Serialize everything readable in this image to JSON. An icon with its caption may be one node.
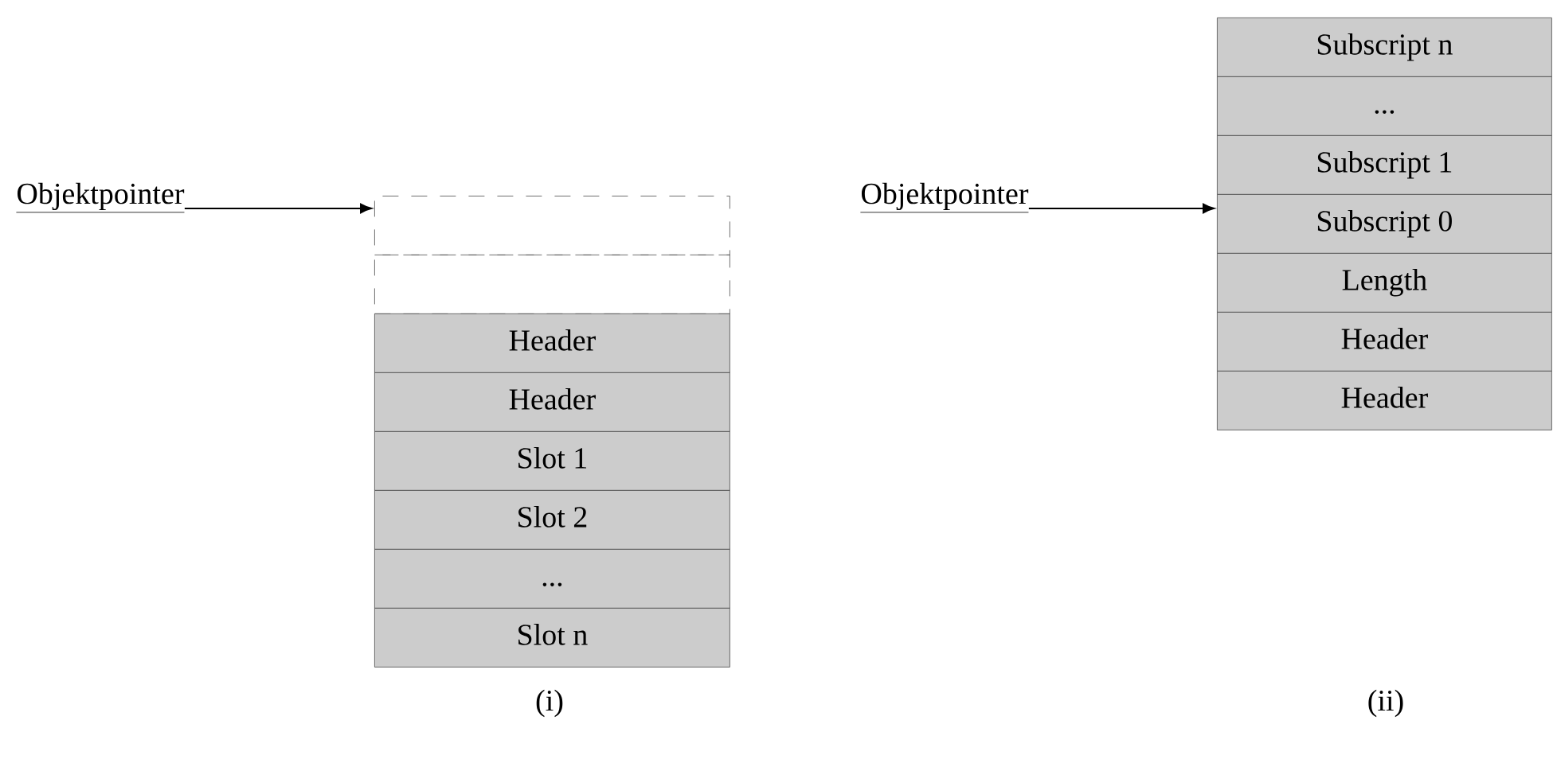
{
  "diagram": {
    "nodes": [
      {
        "text": [
          "Objektpointer"
        ]
      },
      {
        "text": [],
        "shape": "box"
      },
      {
        "text": [],
        "shape": "box"
      },
      {
        "text": [
          "Header"
        ]
      },
      {
        "text": [
          "Header"
        ]
      },
      {
        "text": [
          "Slot 1"
        ]
      },
      {
        "text": [
          "Slot 2"
        ]
      },
      {
        "text": [
          "..."
        ]
      },
      {
        "text": [
          "Slot n"
        ]
      },
      {
        "text": [
          "Objektpointer"
        ]
      },
      {
        "text": [
          "Subscript n"
        ]
      },
      {
        "text": [
          "..."
        ]
      },
      {
        "text": [
          "Subscript 1"
        ]
      },
      {
        "text": [
          "Subscript 0"
        ]
      },
      {
        "text": [
          "Length"
        ]
      },
      {
        "text": [
          "Header"
        ]
      },
      {
        "text": [
          "Header"
        ]
      }
    ],
    "edges": [
      {
        "from": 0,
        "to": 1,
        "arrow": "to"
      },
      {
        "from": 9,
        "to": 13,
        "arrow": "to"
      }
    ],
    "labels": [
      "(i)",
      "(ii)"
    ]
  }
}
